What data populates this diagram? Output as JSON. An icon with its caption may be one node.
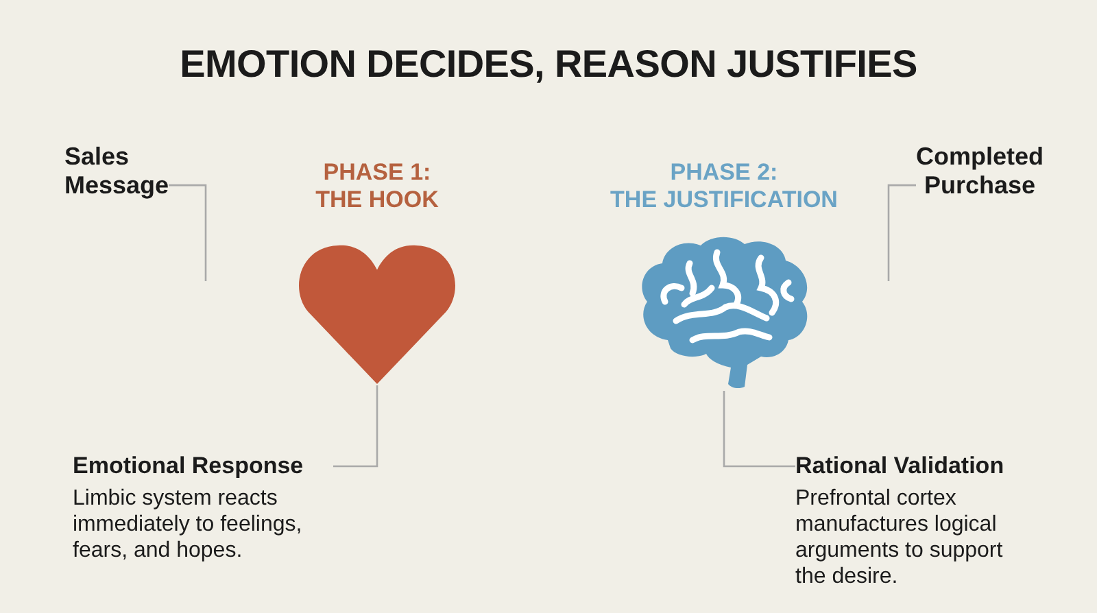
{
  "diagram": {
    "title": "EMOTION DECIDES, REASON JUSTIFIES",
    "nodes": [
      {
        "text": [
          "Sales Message"
        ]
      },
      {
        "text": [],
        "shape": "heart",
        "beside": [
          "PHASE 1: THE HOOK"
        ]
      },
      {
        "text": [],
        "shape": "brain",
        "beside": [
          "PHASE 2: THE JUSTIFICATION"
        ]
      },
      {
        "text": [
          "Completed Purchase"
        ]
      },
      {
        "text": [
          "Emotional Response",
          "Limbic system reacts immediately to feelings, fears, and hopes."
        ]
      },
      {
        "text": [
          "Rational Validation",
          "Prefrontal cortex manufactures logical arguments to support the desire."
        ]
      }
    ],
    "edges": [
      {
        "from": 0,
        "to": null,
        "arrow": "none"
      },
      {
        "from": 4,
        "to": 1,
        "arrow": "none"
      },
      {
        "from": 5,
        "to": 2,
        "arrow": "none"
      },
      {
        "from": 3,
        "to": null,
        "arrow": "none"
      }
    ]
  }
}
